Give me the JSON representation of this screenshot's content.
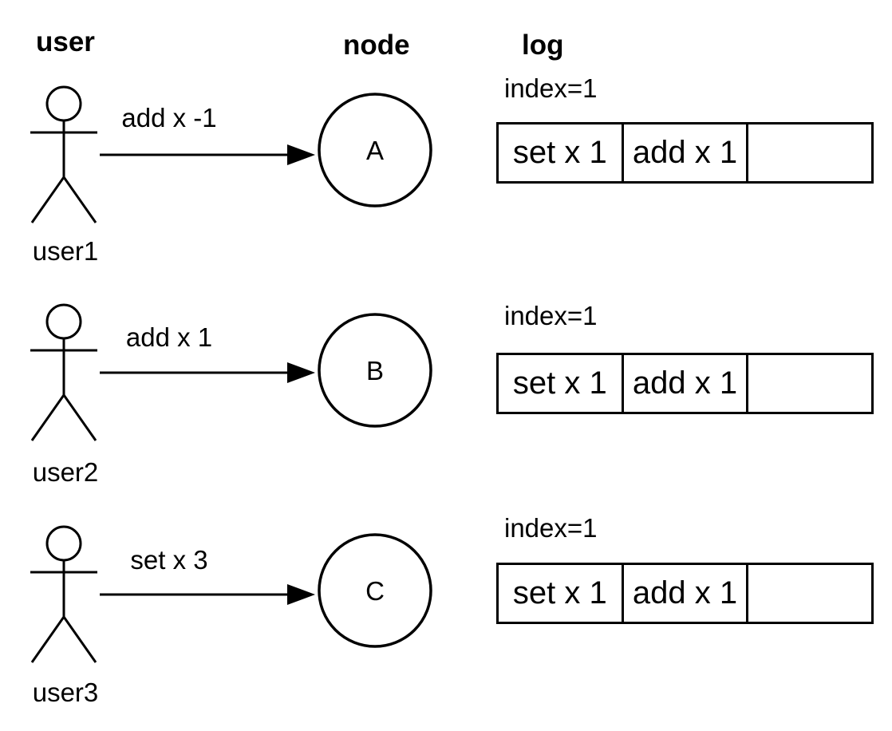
{
  "headers": {
    "user": "user",
    "node": "node",
    "log": "log"
  },
  "rows": [
    {
      "user_label": "user1",
      "message": "add x -1",
      "node_label": "A",
      "log_index": "index=1",
      "log_cells": [
        "set x 1",
        "add x 1",
        ""
      ]
    },
    {
      "user_label": "user2",
      "message": "add x 1",
      "node_label": "B",
      "log_index": "index=1",
      "log_cells": [
        "set x 1",
        "add x 1",
        ""
      ]
    },
    {
      "user_label": "user3",
      "message": "set x 3",
      "node_label": "C",
      "log_index": "index=1",
      "log_cells": [
        "set x 1",
        "add x 1",
        ""
      ]
    }
  ],
  "colors": {
    "stroke": "#000000",
    "text": "#000000",
    "background": "#ffffff"
  }
}
